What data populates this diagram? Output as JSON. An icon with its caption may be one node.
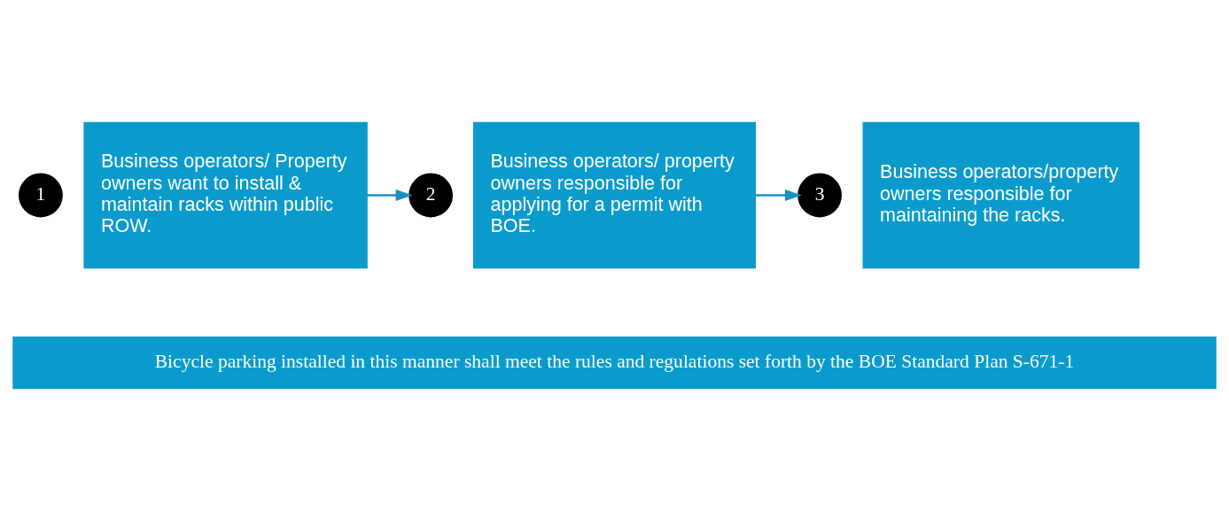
{
  "diagram": {
    "nodes": [
      {
        "text": [
          "1"
        ]
      },
      {
        "text": [
          "Business operators/ Property owners want to install & maintain racks within public ROW."
        ]
      },
      {
        "text": [
          "2"
        ]
      },
      {
        "text": [
          "Business operators/ property owners responsible for applying for a permit with BOE."
        ]
      },
      {
        "text": [
          "3"
        ]
      },
      {
        "text": [
          "Business operators/property owners responsible for maintaining the racks."
        ]
      },
      {
        "text": [
          "Bicycle parking installed in this manner shall meet the rules and regulations set forth by the BOE Standard Plan S-671-1"
        ]
      }
    ],
    "edges": [
      {
        "from": 1,
        "to": 2,
        "arrow": "to"
      },
      {
        "from": 3,
        "to": 4,
        "arrow": "to"
      }
    ]
  }
}
